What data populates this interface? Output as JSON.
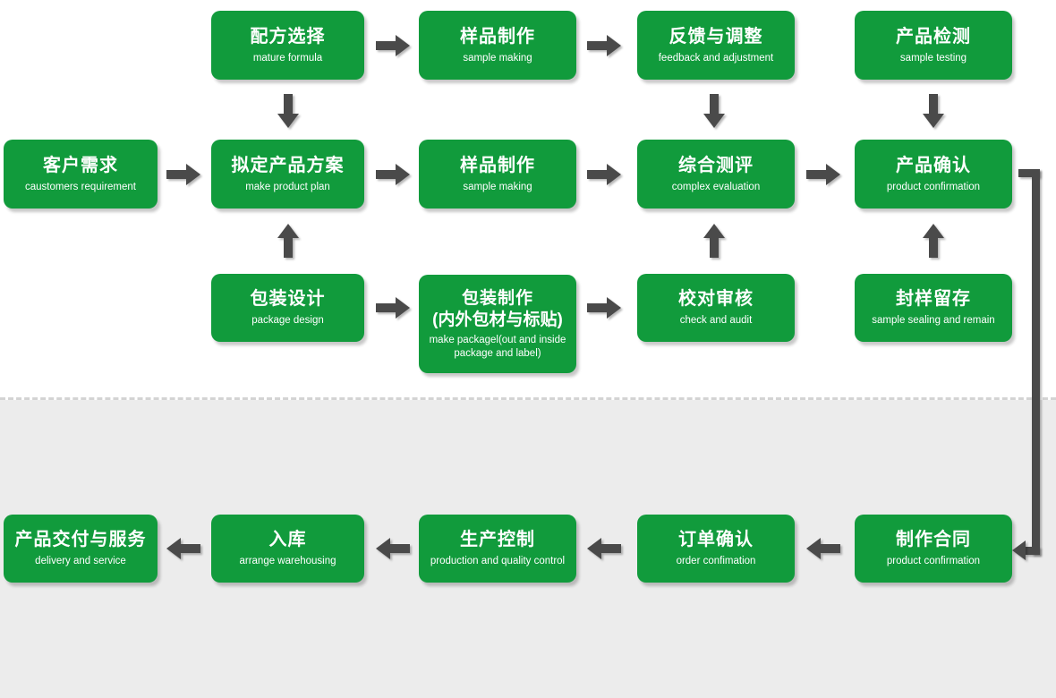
{
  "colors": {
    "node_green": "#119b3c",
    "arrow_gray": "#4a4a4a",
    "bottom_background": "#ececec",
    "separator_dash": "#d4d4d4",
    "text_white": "#ffffff"
  },
  "nodes": {
    "top": [
      {
        "title": "配方选择",
        "subtitle": "mature formula"
      },
      {
        "title": "样品制作",
        "subtitle": "sample making"
      },
      {
        "title": "反馈与调整",
        "subtitle": "feedback and adjustment"
      },
      {
        "title": "产品检测",
        "subtitle": "sample testing"
      }
    ],
    "middle": [
      {
        "title": "客户需求",
        "subtitle": "caustomers requirement"
      },
      {
        "title": "拟定产品方案",
        "subtitle": "make product plan"
      },
      {
        "title": "样品制作",
        "subtitle": "sample making"
      },
      {
        "title": "综合测评",
        "subtitle": "complex evaluation"
      },
      {
        "title": "产品确认",
        "subtitle": "product confirmation"
      }
    ],
    "packaging": [
      {
        "title": "包装设计",
        "subtitle": "package design"
      },
      {
        "title": "包装制作",
        "title_line2": "(内外包材与标贴)",
        "subtitle": "make packagel(out and inside package and label)"
      },
      {
        "title": "校对审核",
        "subtitle": "check and audit"
      },
      {
        "title": "封样留存",
        "subtitle": "sample sealing and remain"
      }
    ],
    "production": [
      {
        "title": "产品交付与服务",
        "subtitle": "delivery and service"
      },
      {
        "title": "入库",
        "subtitle": "arrange warehousing"
      },
      {
        "title": "生产控制",
        "subtitle": "production and quality control"
      },
      {
        "title": "订单确认",
        "subtitle": "order confimation"
      },
      {
        "title": "制作合同",
        "subtitle": "product confirmation"
      }
    ]
  }
}
